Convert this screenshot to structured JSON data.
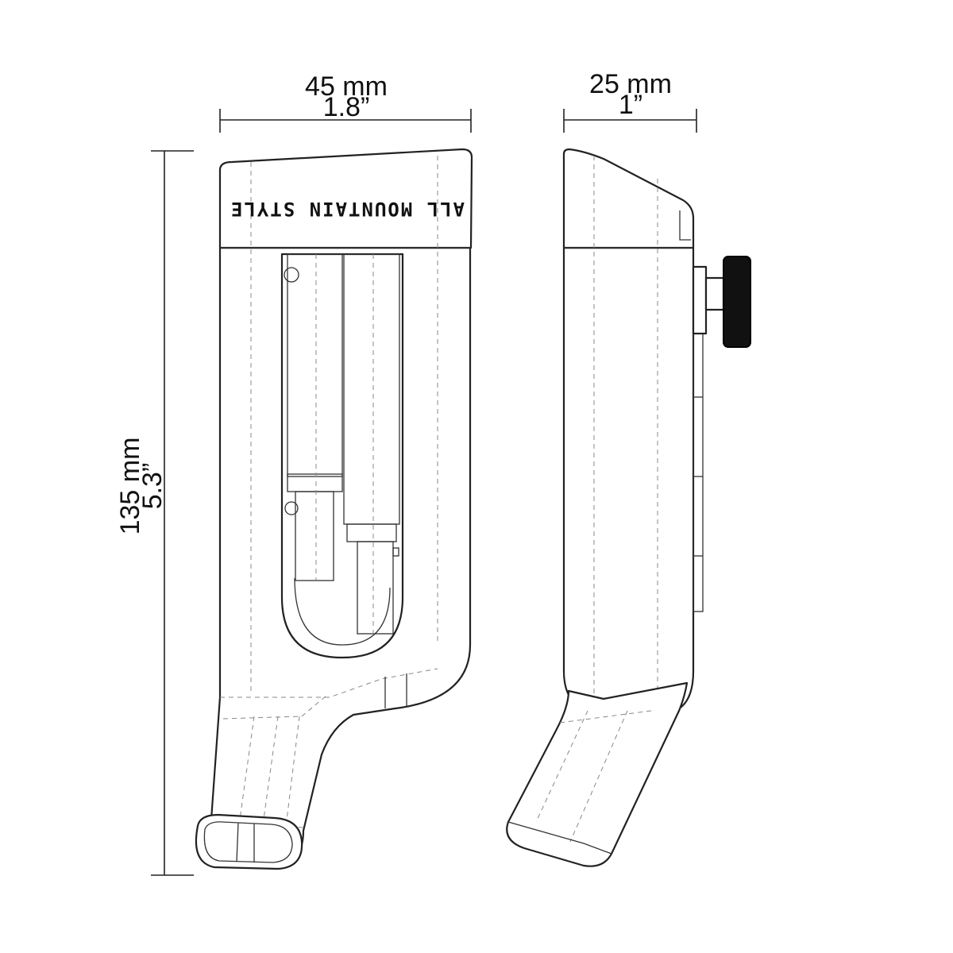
{
  "dimensions": {
    "width_front": {
      "metric": "45 mm",
      "imperial": "1.8”"
    },
    "width_side": {
      "metric": "25 mm",
      "imperial": "1”"
    },
    "height": {
      "metric": "135 mm",
      "imperial": "5.3”"
    }
  },
  "branding": {
    "text": "ALL MOUNTAIN STYLE"
  },
  "colors": {
    "line": "#222222",
    "hidden_line": "#888888",
    "background": "#ffffff",
    "knob": "#111111"
  }
}
